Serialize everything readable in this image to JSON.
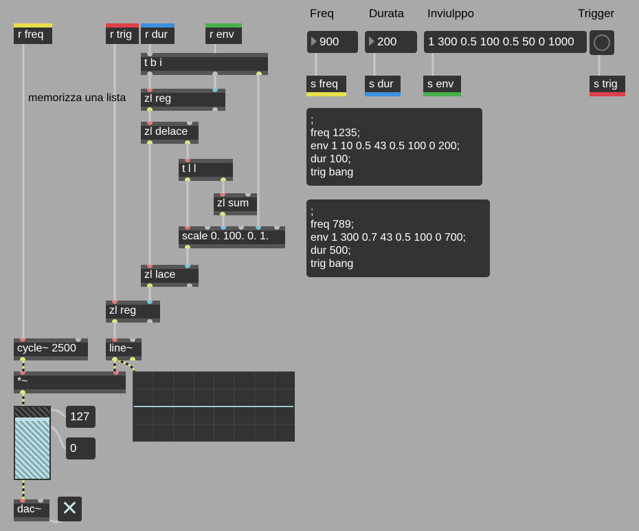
{
  "headers": {
    "freq": "Freq",
    "durata": "Durata",
    "inviluppo": "Inviulppo",
    "trigger": "Trigger"
  },
  "comment": "memorizza una lista",
  "receives": {
    "freq": "r freq",
    "trig": "r trig",
    "dur": "r dur",
    "env": "r env"
  },
  "sends": {
    "freq": "s freq",
    "dur": "s dur",
    "env": "s env",
    "trig": "s trig"
  },
  "objects": {
    "tbi": "t b i",
    "zlreg1": "zl reg",
    "zldelace": "zl delace",
    "tll": "t l l",
    "zlsum": "zl sum",
    "scale": "scale 0. 100. 0. 1.",
    "zllace": "zl lace",
    "zlreg2": "zl reg",
    "cycle": "cycle~ 2500",
    "line": "line~",
    "mul": "*~",
    "dac": "dac~"
  },
  "numbers": {
    "freq": "900",
    "durata": "200",
    "gain_max": "127",
    "gain_min": "0"
  },
  "env_list": "1 300 0.5 100 0.5 50 0 1000",
  "messages": {
    "preset1": ";\nfreq 1235;\nenv 1 10 0.5 43 0.5 100 0 200;\ndur 100;\ntrig bang",
    "preset2": ";\nfreq 789;\nenv 1 300 0.7 43 0.5 100 0 700;\ndur 500;\ntrig bang"
  },
  "dac_toggle_symbol": "✕",
  "colors": {
    "freq": "#e8e04a",
    "trig": "#e0404a",
    "dur": "#3d8fe0",
    "env": "#48b048"
  }
}
